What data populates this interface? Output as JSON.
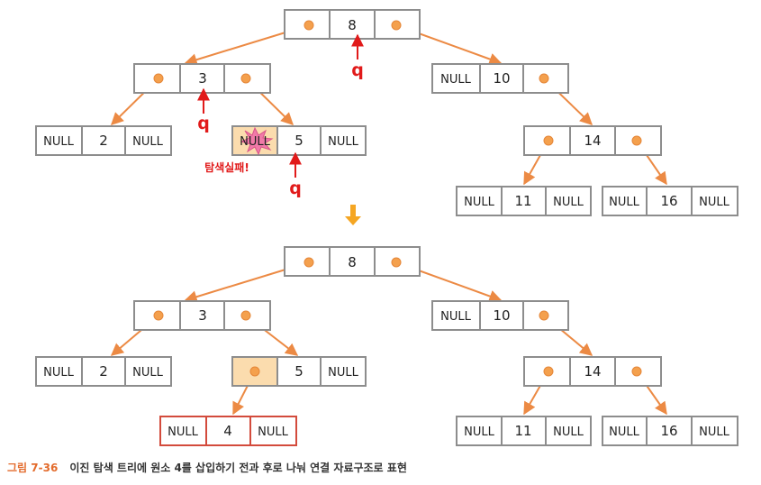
{
  "before": {
    "root": "8",
    "n3": "3",
    "n10": "10",
    "n2": "2",
    "n5": "5",
    "n14": "14",
    "n11": "11",
    "n16": "16",
    "null_label": "NULL",
    "pointer_label": "q",
    "fail_label": "탐색실패!"
  },
  "after": {
    "root": "8",
    "n3": "3",
    "n10": "10",
    "n2": "2",
    "n5": "5",
    "n14": "14",
    "n11": "11",
    "n16": "16",
    "n4": "4",
    "null_label": "NULL"
  },
  "caption": {
    "number": "그림 7-36",
    "text": "이진 탐색 트리에 원소 4를 삽입하기 전과 후로 나눠 연결 자료구조로 표현"
  },
  "colors": {
    "link": "#ec8a44",
    "pointer": "#e11a1a",
    "highlight": "#fbdcae",
    "new_node": "#d34b3c",
    "flow_arrow": "#f5a623"
  }
}
